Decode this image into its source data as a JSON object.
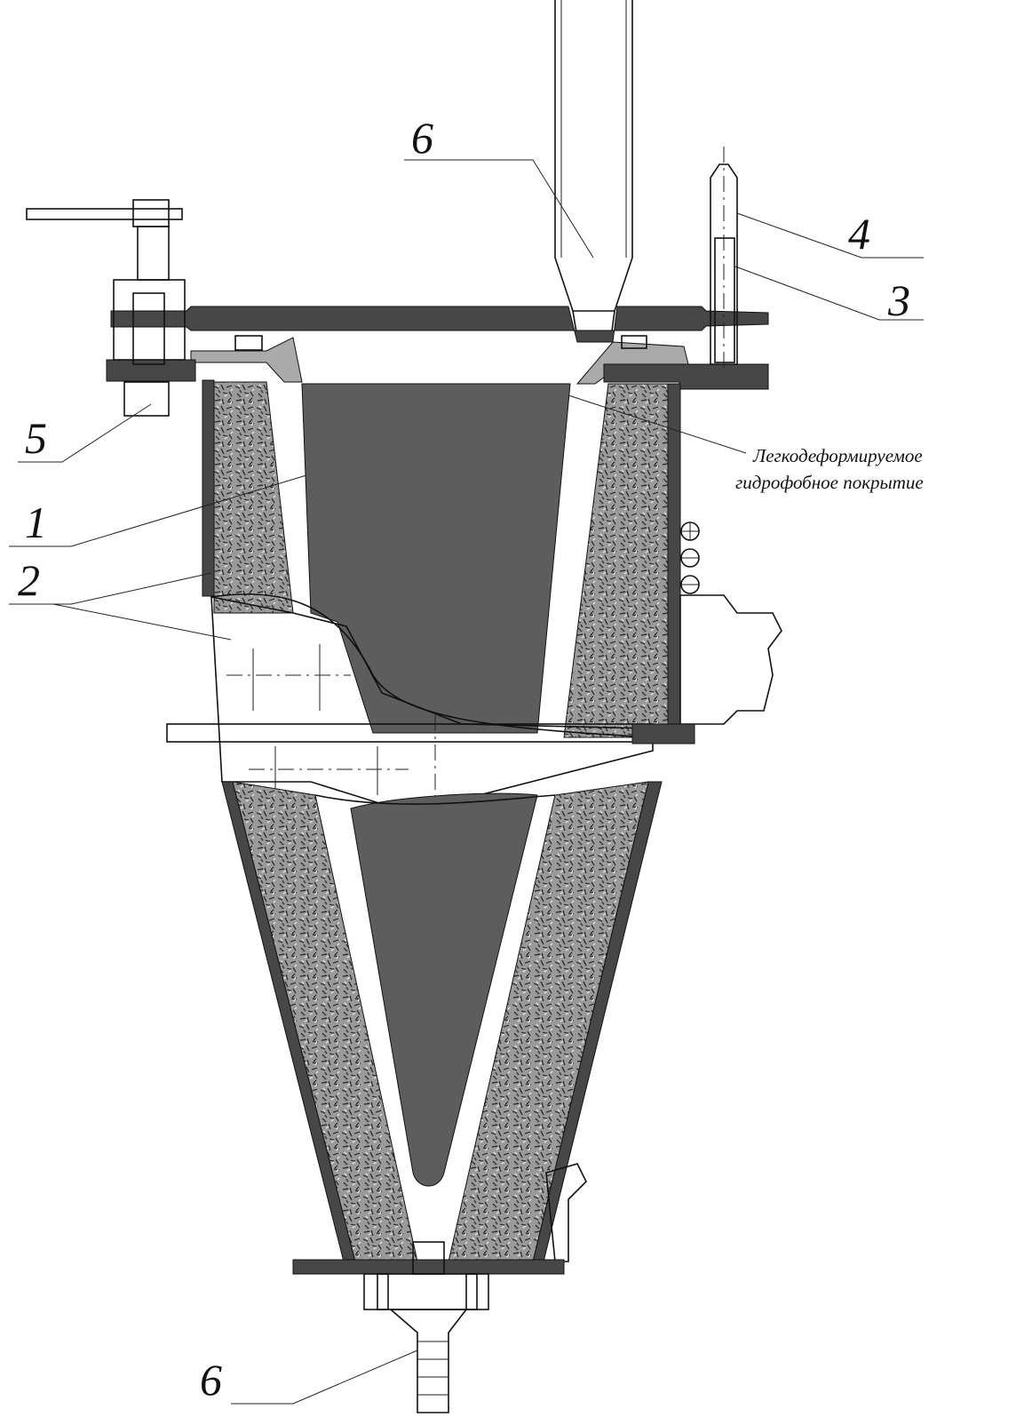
{
  "drawing": {
    "labels": {
      "top_nozzle": "6",
      "rod": "4",
      "sleeve": "3",
      "valve": "5",
      "core": "1",
      "shell": "2",
      "bottom_nozzle": "6"
    },
    "note_line1": "Легкодеформируемое",
    "note_line2": "гидрофобное покрытие"
  },
  "colors": {
    "core": "#5d5d5d",
    "plate": "#474747",
    "insulation": "#8a8a8a"
  }
}
